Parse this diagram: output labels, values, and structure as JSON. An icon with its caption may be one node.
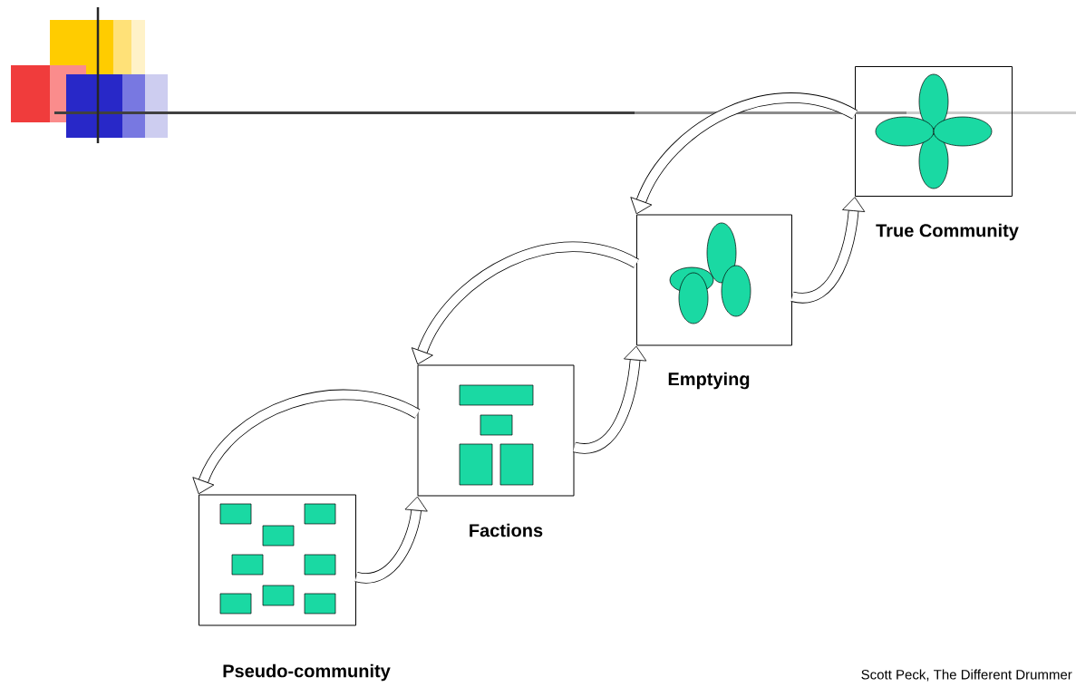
{
  "diagram": {
    "nodes": [
      {
        "text": [
          "Pseudo-community"
        ]
      },
      {
        "text": [
          "Factions"
        ]
      },
      {
        "text": [
          "Emptying"
        ]
      },
      {
        "text": [
          "True Community"
        ]
      }
    ],
    "edges": [
      {
        "from": 0,
        "to": 1,
        "arrow": "to"
      },
      {
        "from": 1,
        "to": 2,
        "arrow": "to"
      },
      {
        "from": 2,
        "to": 3,
        "arrow": "to"
      },
      {
        "from": 3,
        "to": 2,
        "arrow": "to"
      },
      {
        "from": 2,
        "to": 1,
        "arrow": "to"
      },
      {
        "from": 1,
        "to": 0,
        "arrow": "to"
      }
    ],
    "labels": [
      "Scott Peck, The Different Drummer"
    ]
  }
}
